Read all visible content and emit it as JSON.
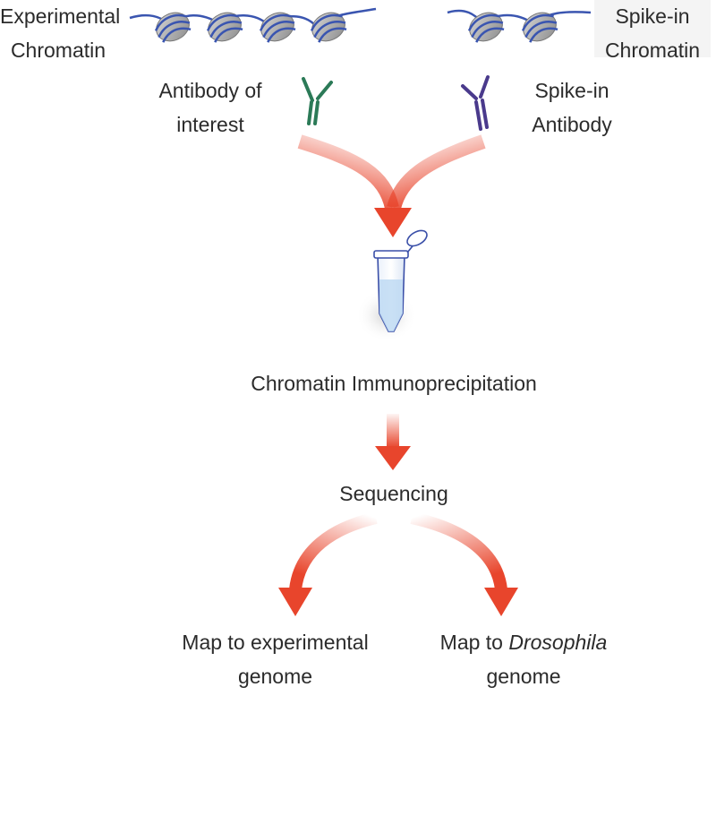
{
  "labels": {
    "experimental_chromatin": [
      "Experimental",
      "Chromatin"
    ],
    "spikein_chromatin": [
      "Spike-in",
      "Chromatin"
    ],
    "antibody_of_interest": [
      "Antibody of",
      "interest"
    ],
    "spikein_antibody": [
      "Spike-in",
      "Antibody"
    ],
    "chip": "Chromatin Immunoprecipitation",
    "sequencing": "Sequencing",
    "map_experimental": [
      "Map to experimental",
      "genome"
    ],
    "map_drosophila_prefix": "Map to ",
    "map_drosophila_italic": "Drosophila",
    "map_drosophila_line2": "genome"
  },
  "colors": {
    "dna": "#3a55b0",
    "nucleosome": "#9a9a9a",
    "antibody_interest": "#2b7a57",
    "antibody_spikein": "#4a3a8c",
    "arrow": "#e8452c",
    "tube_liquid": "#bcd8f2"
  },
  "icons": {
    "nucleosome": "nucleosome-icon",
    "antibody": "antibody-icon",
    "tube": "microcentrifuge-tube-icon",
    "arrow": "arrow-down-icon"
  }
}
